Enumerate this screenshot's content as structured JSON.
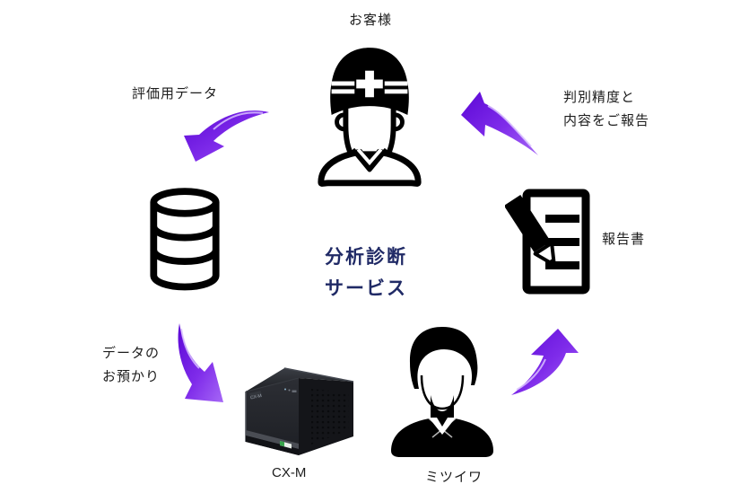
{
  "title": {
    "line1": "分析診断",
    "line2": "サービス",
    "color": "#202a66"
  },
  "nodes": {
    "customer": {
      "label": "お客様",
      "icon": "construction-worker-icon"
    },
    "database": {
      "icon": "database-icon"
    },
    "report": {
      "label": "報告書",
      "icon": "document-pencil-icon"
    },
    "device": {
      "label": "CX-M",
      "logo": "CX-M",
      "icon": "server-box-image"
    },
    "company": {
      "label": "ミツイワ",
      "icon": "businessman-icon"
    }
  },
  "flows": {
    "eval_data": {
      "label": "評価用データ",
      "arrow": "curved-arrow-down-left"
    },
    "report_back": {
      "line1": "判別精度と",
      "line2": "内容をご報告",
      "arrow": "curved-arrow-left"
    },
    "data_custody": {
      "line1": "データの",
      "line2": "お預かり",
      "arrow": "curved-arrow-down-right"
    },
    "device_to_report": {
      "arrow": "curved-arrow-up"
    }
  },
  "colors": {
    "arrow_dark": "#6a0be3",
    "arrow_mid": "#7f2cea",
    "arrow_light": "#a668f6",
    "arrow_highlight": "#d8c0ff",
    "title_navy": "#202a66",
    "icon_black": "#000000",
    "background": "#ffffff"
  }
}
